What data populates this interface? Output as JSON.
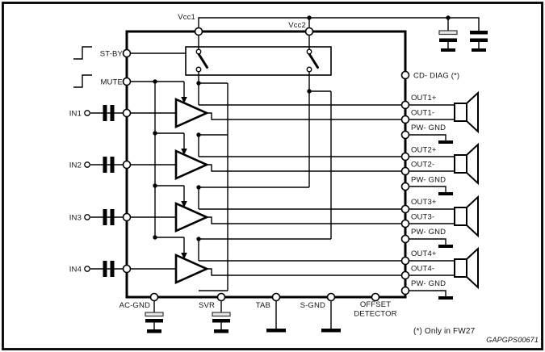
{
  "pins": {
    "vcc1": "Vcc1",
    "vcc2": "Vcc2",
    "stby": "ST-BY",
    "mute": "MUTE",
    "inputs": [
      "IN1",
      "IN2",
      "IN3",
      "IN4"
    ],
    "cd_diag": "CD- DIAG (*)",
    "bottom": {
      "ac_gnd": "AC-GND",
      "svr": "SVR",
      "tab": "TAB",
      "s_gnd": "S-GND",
      "offset_line1": "OFFSET",
      "offset_line2": "DETECTOR"
    }
  },
  "channels": [
    {
      "out_p": "OUT1+",
      "out_n": "OUT1-",
      "pw": "PW- GND"
    },
    {
      "out_p": "OUT2+",
      "out_n": "OUT2-",
      "pw": "PW- GND"
    },
    {
      "out_p": "OUT3+",
      "out_n": "OUT3-",
      "pw": "PW- GND"
    },
    {
      "out_p": "OUT4+",
      "out_n": "OUT4-",
      "pw": "PW- GND"
    }
  ],
  "notes": {
    "fw27": "(*) Only in FW27",
    "code": "GAPGPS00671"
  },
  "colors": {
    "line": "#000000",
    "background": "#ffffff",
    "text": "#141414"
  }
}
